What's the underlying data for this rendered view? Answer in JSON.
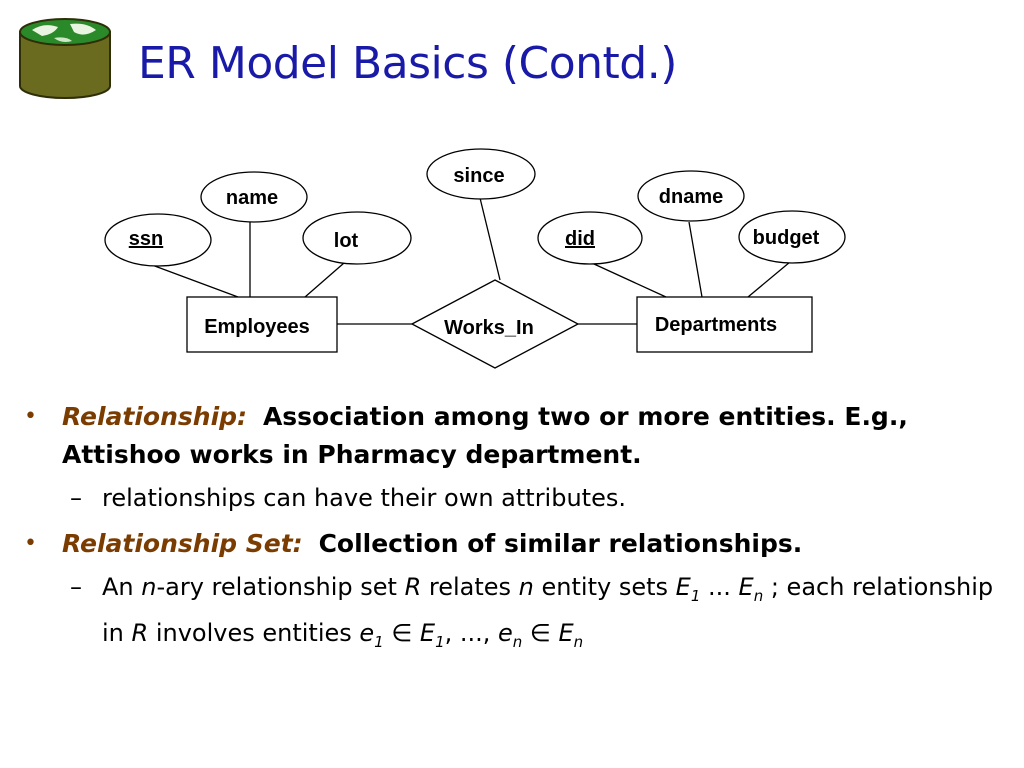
{
  "slide": {
    "title": "ER Model Basics (Contd.)",
    "logo_icon": "database-globe-icon",
    "colors": {
      "title": "#1a1aa8",
      "term": "#7a3c00",
      "logo_body": "#6b6b1f",
      "logo_top": "#2a8a2a"
    }
  },
  "diagram": {
    "entities": [
      {
        "id": "employees",
        "label": "Employees"
      },
      {
        "id": "departments",
        "label": "Departments"
      }
    ],
    "relationships": [
      {
        "id": "works_in",
        "label": "Works_In",
        "connects": [
          "employees",
          "departments"
        ]
      }
    ],
    "attributes": [
      {
        "id": "ssn",
        "label": "ssn",
        "owner": "employees",
        "key": true
      },
      {
        "id": "name",
        "label": "name",
        "owner": "employees",
        "key": false
      },
      {
        "id": "lot",
        "label": "lot",
        "owner": "employees",
        "key": false
      },
      {
        "id": "since",
        "label": "since",
        "owner": "works_in",
        "key": false
      },
      {
        "id": "did",
        "label": "did",
        "owner": "departments",
        "key": true
      },
      {
        "id": "dname",
        "label": "dname",
        "owner": "departments",
        "key": false
      },
      {
        "id": "budget",
        "label": "budget",
        "owner": "departments",
        "key": false
      }
    ]
  },
  "bullets": [
    {
      "term": "Relationship",
      "sep": ":",
      "definition": "Association among two or more entities.  E.g., Attishoo works in Pharmacy department.",
      "sub": [
        {
          "text": "relationships can have their own attributes."
        }
      ]
    },
    {
      "term": "Relationship Set",
      "sep": ":",
      "definition": "Collection of similar relationships.",
      "sub": [
        {
          "rich": {
            "p1": "An ",
            "n1": "n",
            "p2": "-ary relationship set ",
            "R1": "R",
            "p3": " relates ",
            "n2": "n",
            "p4": " entity sets ",
            "E1": "E",
            "s1": "1",
            "p5": " ... ",
            "En": "E",
            "sn": "n",
            "p6": " ; each relationship in ",
            "R2": "R",
            "p7": " involves entities ",
            "e1": "e",
            "s2": "1",
            "in1": " ∈ ",
            "E1b": "E",
            "s3": "1",
            "p8": ", ..., ",
            "en": "e",
            "s4": "n",
            "in2": " ∈ ",
            "Enb": "E",
            "s5": "n"
          }
        }
      ]
    }
  ]
}
